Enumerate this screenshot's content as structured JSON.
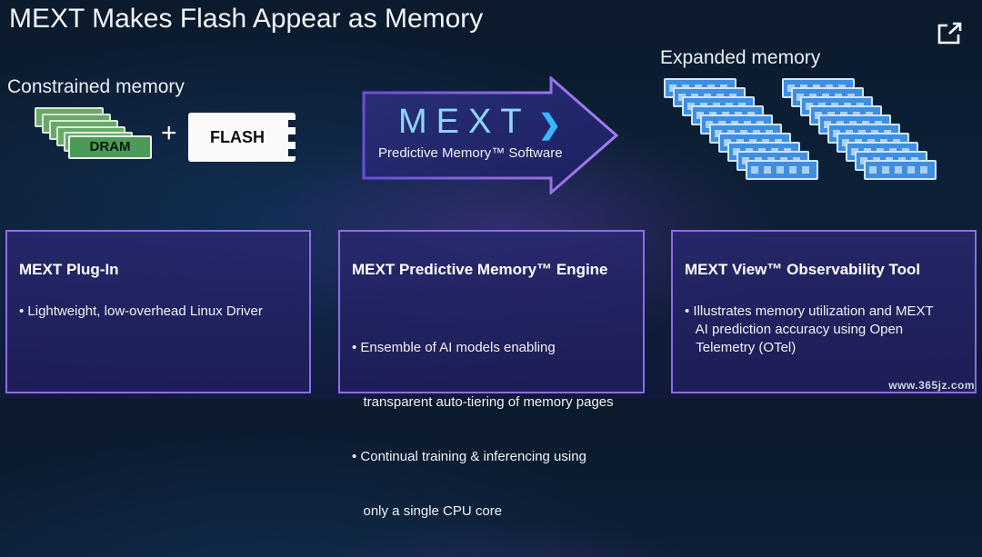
{
  "slide": {
    "title": "MEXT Makes Flash Appear as Memory",
    "constrained_label": "Constrained memory",
    "dram_label": "DRAM",
    "plus_sign": "+",
    "flash_label": "FLASH",
    "product_name": "MEXT",
    "product_tagline": "Predictive Memory™ Software",
    "expanded_label": "Expanded memory"
  },
  "cards": [
    {
      "title": "MEXT Plug-In",
      "bullets": [
        "• Lightweight, low-overhead Linux Driver"
      ]
    },
    {
      "title": "MEXT Predictive Memory™ Engine",
      "bullets": [
        "• Ensemble of AI models enabling",
        "   transparent auto-tiering of memory pages",
        "• Continual training & inferencing using",
        "   only a single CPU core"
      ]
    },
    {
      "title": "MEXT View™ Observability Tool",
      "bullets": [
        "• Illustrates memory utilization and MEXT",
        "   AI prediction accuracy using Open",
        "   Telemetry (OTel)"
      ]
    }
  ],
  "watermark": "www.365jz.com",
  "icons": {
    "popout": "external-link-icon",
    "chevron": "chevron-right-icon"
  },
  "colors": {
    "card_border": "#8e6ce6",
    "dram_green": "#4c9a58",
    "memory_blue": "#3f8fe0",
    "mext_cyan": "#8fd8ff"
  }
}
